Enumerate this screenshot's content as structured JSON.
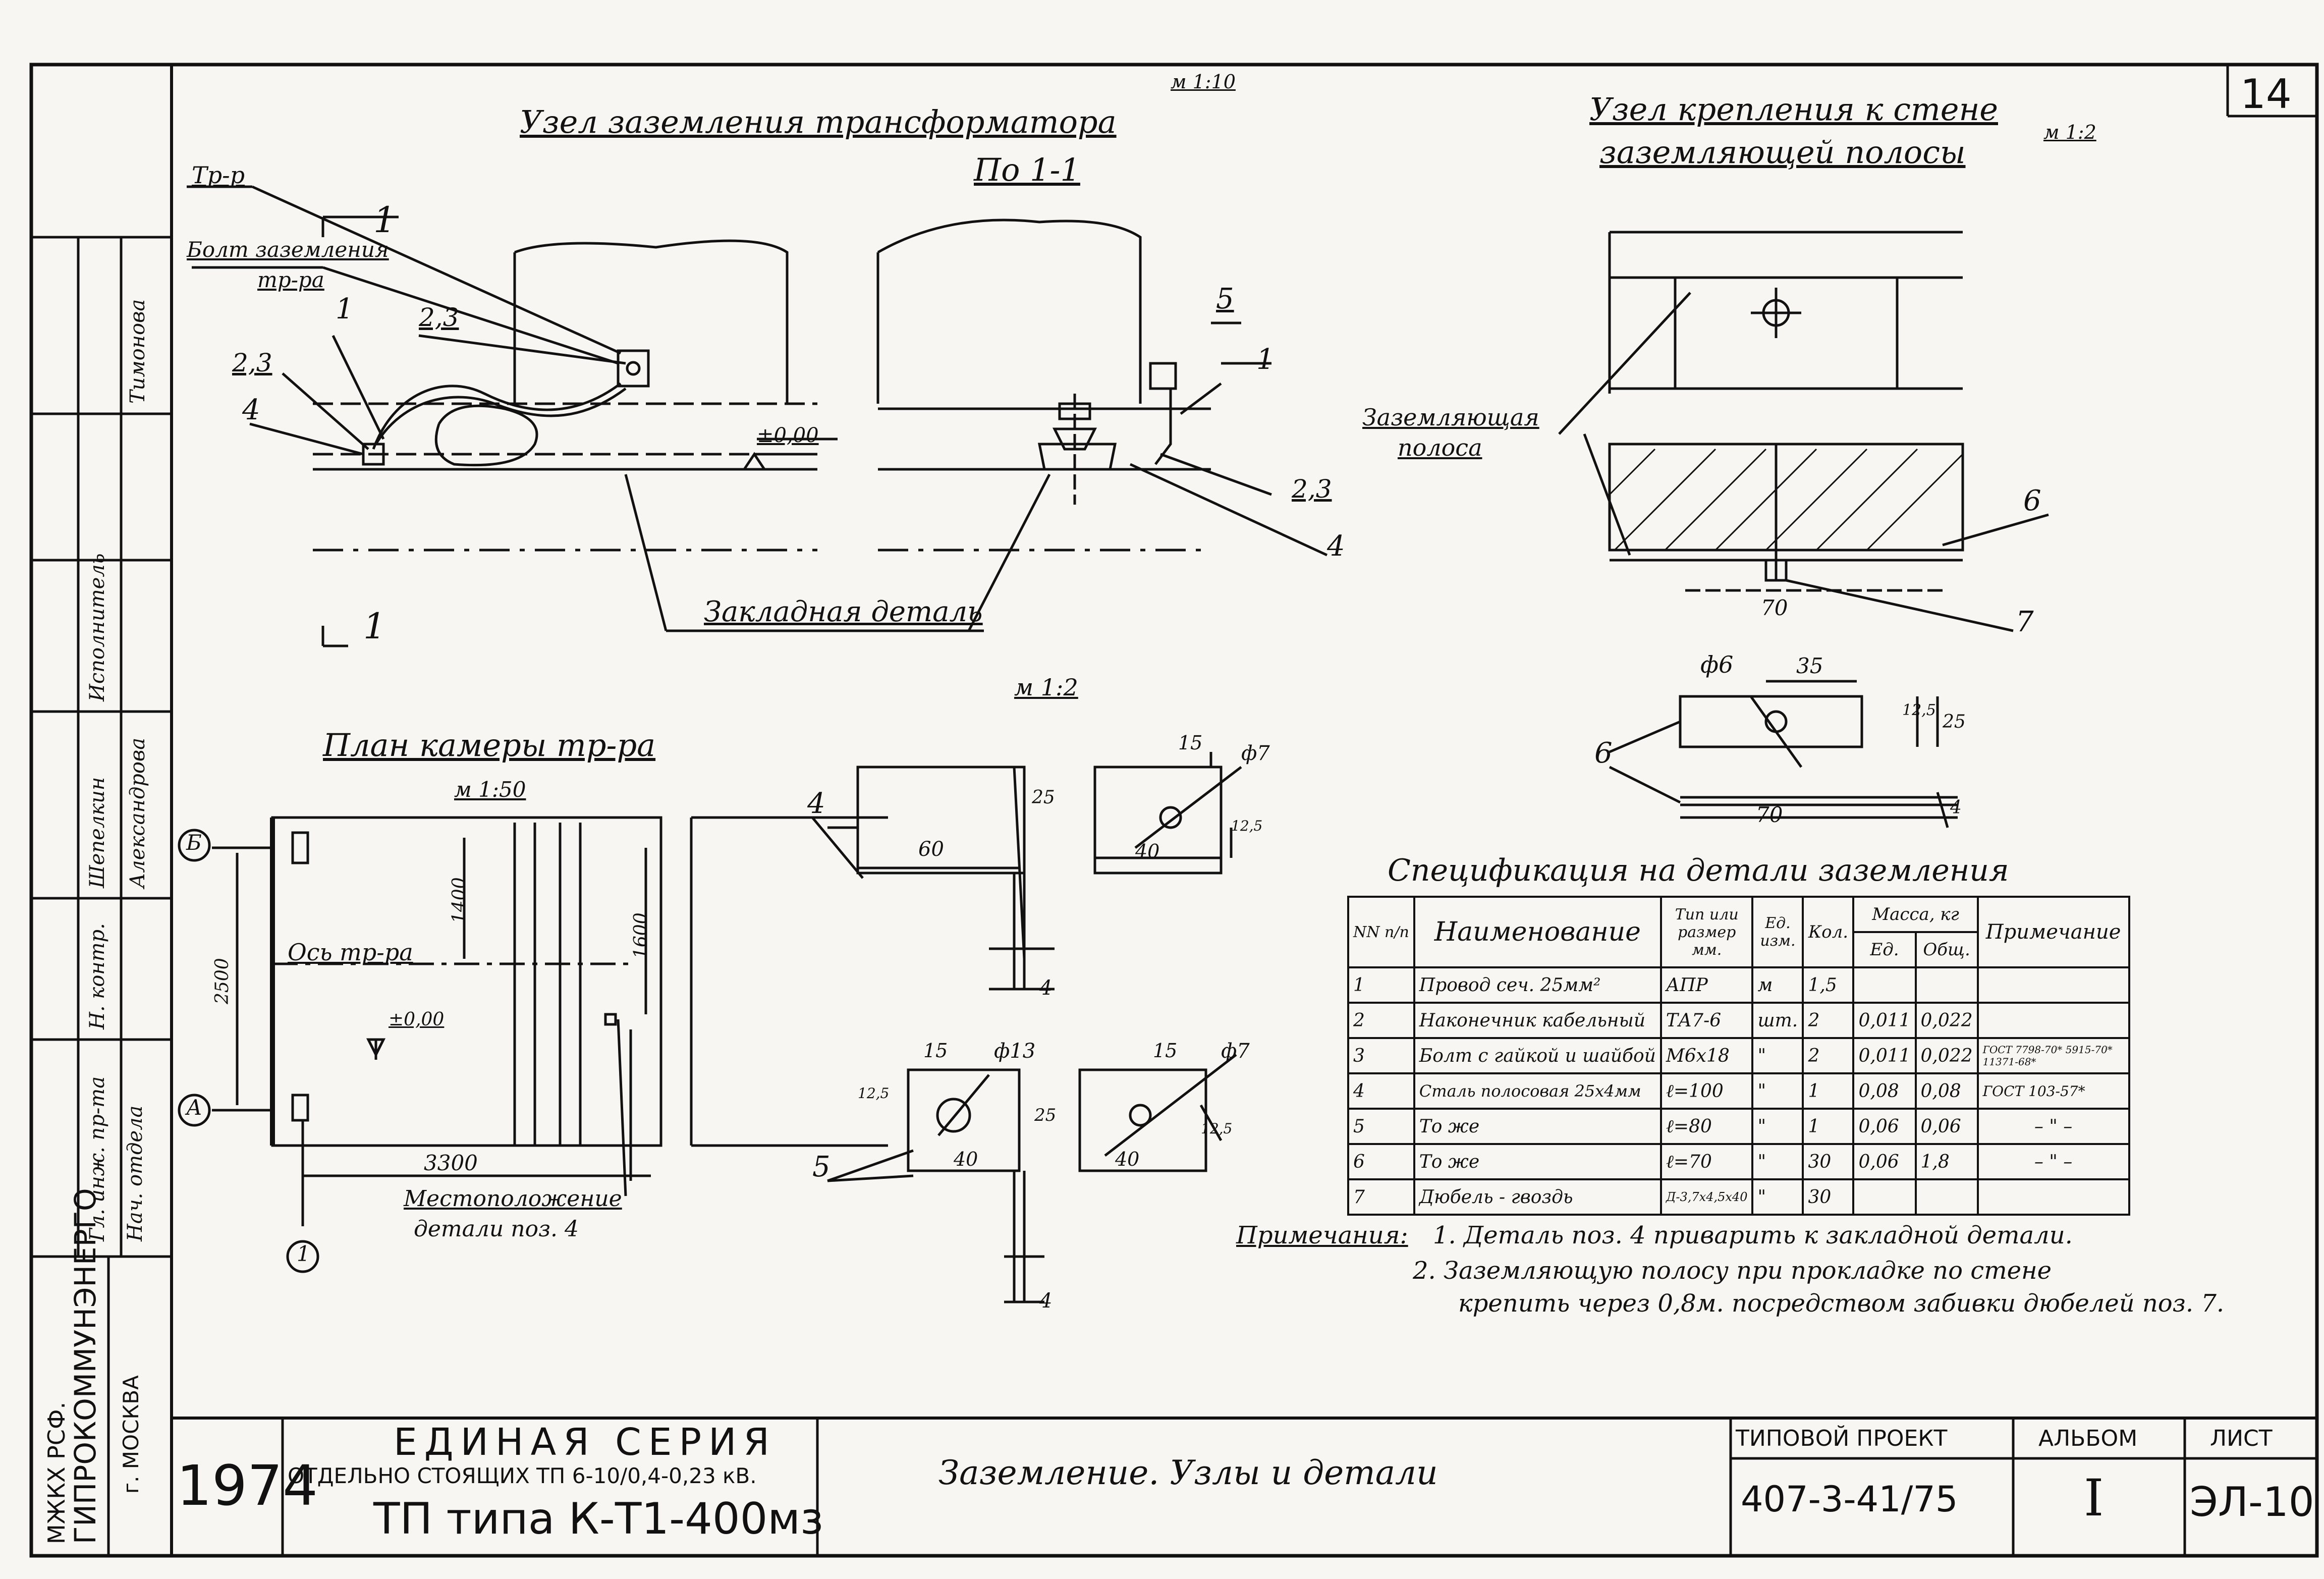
{
  "sheet_number": "14",
  "transformer_node": {
    "title": "Узел заземления трансформатора",
    "scale": "м 1:10",
    "transformer_label": "Тр-р",
    "bolt_label_1": "Болт заземления",
    "bolt_label_2": "тр-ра",
    "section_mark": "1",
    "pos_1": "1",
    "pos_23_a": "2,3",
    "pos_23_b": "2,3",
    "pos_4": "4",
    "level": "±0,00",
    "embedded_part": "Закладная деталь",
    "section_mark_bottom": "1"
  },
  "section_view": {
    "title": "По 1-1",
    "pos_5": "5",
    "pos_1": "1",
    "pos_23": "2,3",
    "pos_4": "4"
  },
  "wall_node": {
    "title_1": "Узел крепления к стене",
    "title_2": "заземляющей полосы",
    "scale": "м 1:2",
    "strip_label_1": "Заземляющая",
    "strip_label_2": "полоса",
    "pos_6": "6",
    "pos_7": "7",
    "dim_70": "70",
    "dim_phi6": "ф6",
    "dim_35": "35",
    "dim_125": "12,5",
    "dim_25": "25",
    "dim_4": "4",
    "dim_70b": "70",
    "pos_6b": "6"
  },
  "details": {
    "scale": "м 1:2",
    "pos_4": "4",
    "pos_5": "5",
    "dim_60": "60",
    "dim_25": "25",
    "dim_4": "4",
    "dim_15": "15",
    "dim_phi7": "ф7",
    "dim_40": "40",
    "dim_125": "12,5",
    "dim_15b": "15",
    "dim_phi13": "ф13",
    "dim_125b": "12,5",
    "dim_40b": "40",
    "dim_25b": "25",
    "dim_4b": "4",
    "dim_15c": "15",
    "dim_phi7b": "ф7",
    "dim_40c": "40",
    "dim_125c": "12,5"
  },
  "plan": {
    "title": "План камеры тр-ра",
    "scale": "м 1:50",
    "axis_b": "Б",
    "axis_a": "А",
    "axis_1": "1",
    "dim_2500": "2500",
    "dim_1400": "1400",
    "dim_1600": "1600",
    "dim_3300": "3300",
    "axis_label": "Ось тр-ра",
    "level": "±0,00",
    "location_1": "Местоположение",
    "location_2": "детали поз. 4"
  },
  "specification": {
    "title": "Спецификация на детали заземления",
    "headers": {
      "num": "NN п/п",
      "name": "Наименование",
      "type": "Тип или размер мм.",
      "unit": "Ед. изм.",
      "qty": "Кол.",
      "mass": "Масса, кг",
      "mass_unit": "Ед.",
      "mass_total": "Общ.",
      "note": "Примечание"
    },
    "rows": [
      {
        "n": "1",
        "name": "Провод сеч. 25мм²",
        "type": "АПР",
        "unit": "м",
        "qty": "1,5",
        "m1": "",
        "m2": "",
        "note": ""
      },
      {
        "n": "2",
        "name": "Наконечник кабельный",
        "type": "ТА7-6",
        "unit": "шт.",
        "qty": "2",
        "m1": "0,011",
        "m2": "0,022",
        "note": ""
      },
      {
        "n": "3",
        "name": "Болт с гайкой и шайбой",
        "type": "М6х18",
        "unit": "\"",
        "qty": "2",
        "m1": "0,011",
        "m2": "0,022",
        "note": "ГОСТ 7798-70* 5915-70* 11371-68*"
      },
      {
        "n": "4",
        "name": "Сталь полосовая 25х4мм",
        "type": "ℓ=100",
        "unit": "\"",
        "qty": "1",
        "m1": "0,08",
        "m2": "0,08",
        "note": "ГОСТ 103-57*"
      },
      {
        "n": "5",
        "name": "То же",
        "type": "ℓ=80",
        "unit": "\"",
        "qty": "1",
        "m1": "0,06",
        "m2": "0,06",
        "note": "– \" –"
      },
      {
        "n": "6",
        "name": "То же",
        "type": "ℓ=70",
        "unit": "\"",
        "qty": "30",
        "m1": "0,06",
        "m2": "1,8",
        "note": "– \" –"
      },
      {
        "n": "7",
        "name": "Дюбель - гвоздь",
        "type": "Д-3,7х4,5х40",
        "unit": "\"",
        "qty": "30",
        "m1": "",
        "m2": "",
        "note": ""
      }
    ]
  },
  "notes": {
    "label": "Примечания:",
    "line1": "1. Деталь поз. 4 приварить к закладной детали.",
    "line2": "2. Заземляющую полосу при прокладке по стене",
    "line3": "крепить через 0,8м. посредством забивки дюбелей поз. 7."
  },
  "title_block": {
    "year": "1974",
    "series_1": "ЕДИНАЯ СЕРИЯ",
    "series_2": "ОТДЕЛЬНО СТОЯЩИХ ТП 6-10/0,4-0,23 кВ.",
    "series_3": "ТП типа К-Т1-400мз",
    "drawing_title": "Заземление. Узлы и детали",
    "project_label": "ТИПОВОЙ ПРОЕКТ",
    "project_value": "407-3-41/75",
    "album_label": "АЛЬБОМ",
    "album_value": "I",
    "sheet_label": "ЛИСТ",
    "sheet_value": "ЭЛ-10",
    "org_1": "МЖКХ РСФ.",
    "org_2": "ГИПРОКОММУНЭНЕРГО",
    "org_3": "г. МОСКВА"
  },
  "signatures": {
    "role_1": "Гл. инж. пр-та",
    "role_2": "Нач. отдела",
    "role_3": "Н. контр.",
    "role_4": "Исполнитель",
    "name_1": "Тимонова",
    "name_2": "Шепелкин",
    "name_3": "Александрова",
    "role_5": "Шепелкин",
    "role_6": "Исполнитель"
  }
}
